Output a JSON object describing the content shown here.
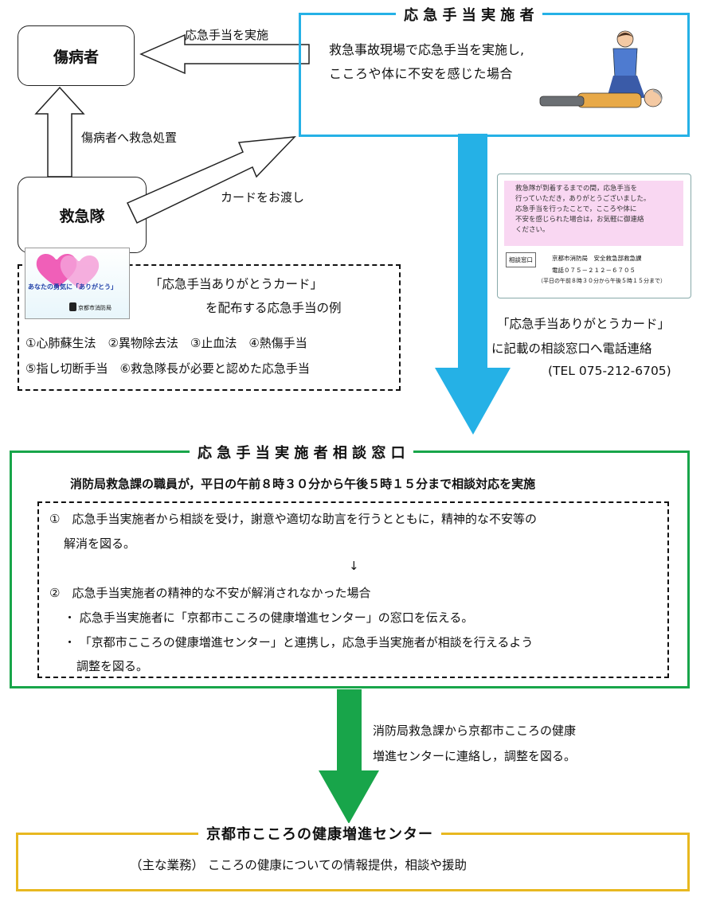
{
  "colors": {
    "cyan": "#25b1e6",
    "green": "#18a54a",
    "gold": "#e8b820",
    "card_pink": "#f9d7f2"
  },
  "nodes": {
    "injured": "傷病者",
    "ambulance": "救急隊"
  },
  "edges": {
    "first_aid_done": "応急手当を実施",
    "emergency_treatment": "傷病者へ救急処置",
    "card_handover": "カードをお渡し"
  },
  "provider": {
    "title": "応 急 手 当 実 施 者",
    "desc_line1": "救急事故現場で応急手当を実施し,",
    "desc_line2": "こころや体に不安を感じた場合"
  },
  "card": {
    "logo_text": "あなたの勇気に「ありがとう」",
    "logo_org": "京都市消防局",
    "dist_line1": "「応急手当ありがとうカード」",
    "dist_line2": "を配布する応急手当の例",
    "examples_line1": "①心肺蘇生法　②異物除去法　③止血法　④熱傷手当",
    "examples_line2": "⑤指し切断手当　⑥救急隊長が必要と認めた応急手当"
  },
  "card_image": {
    "msg1": "救急隊が到着するまでの間，応急手当を",
    "msg2": "行っていただき，ありがとうございました。",
    "msg3": "応急手当を行ったことで，こころや体に",
    "msg4": "不安を感じられた場合は，お気軽に御連絡",
    "msg5": "ください。",
    "window_label": "相談窓口",
    "dept": "京都市消防局　安全救急部救急課",
    "phone": "電話０７５－２１２－６７０５",
    "hours": "（平日の午前８時３０分から午後５時１５分まで）"
  },
  "contact": {
    "line1": "「応急手当ありがとうカード」",
    "line2": "に記載の相談窓口へ電話連絡",
    "tel": "(TEL 075-212-6705)"
  },
  "consult": {
    "title": "応 急 手 当 実 施 者 相 談 窓 口",
    "staff": "消防局救急課の職員が，平日の午前８時３０分から午後５時１５分まで相談対応を実施",
    "item1_line1": "①　応急手当実施者から相談を受け，謝意や適切な助言を行うとともに，精神的な不安等の",
    "item1_line2": "解消を図る。",
    "arrow": "↓",
    "item2": "②　応急手当実施者の精神的な不安が解消されなかった場合",
    "bullet1": "・ 応急手当実施者に「京都市こころの健康増進センター」の窓口を伝える。",
    "bullet2_line1": "・ 「京都市こころの健康増進センター」と連携し，応急手当実施者が相談を行えるよう",
    "bullet2_line2": "調整を図る。"
  },
  "liaison": {
    "line1": "消防局救急課から京都市こころの健康",
    "line2": "増進センターに連絡し，調整を図る。"
  },
  "center": {
    "title": "京都市こころの健康増進センター",
    "duties": "（主な業務）  こころの健康についての情報提供，相談や援助"
  }
}
